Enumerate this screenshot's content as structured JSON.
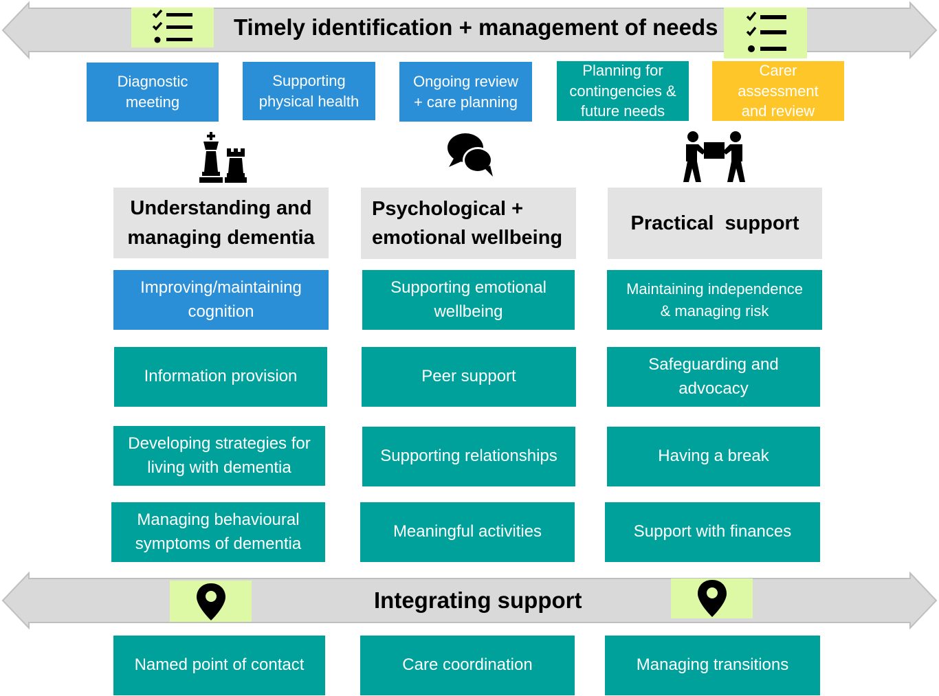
{
  "top_banner": {
    "title": "Timely identification + management of needs"
  },
  "top_boxes": [
    {
      "label": "Diagnostic meeting"
    },
    {
      "label": "Supporting physical health"
    },
    {
      "label": "Ongoing review + care planning"
    },
    {
      "label": "Planning for contingencies & future needs"
    },
    {
      "label": "Carer assessment and review"
    }
  ],
  "columns": [
    {
      "icon": "chess-pieces-icon",
      "header": "Understanding and managing dementia",
      "items": [
        "Improving/maintaining cognition",
        "Information provision",
        "Developing strategies for living with dementia",
        "Managing behavioural symptoms of dementia"
      ]
    },
    {
      "icon": "speech-bubbles-icon",
      "header": "Psychological + emotional wellbeing",
      "items": [
        "Supporting emotional wellbeing",
        "Peer support",
        "Supporting relationships",
        "Meaningful activities"
      ]
    },
    {
      "icon": "people-carrying-box-icon",
      "header": "Practical  support",
      "items": [
        "Maintaining independence & managing risk",
        "Safeguarding and advocacy",
        "Having a break",
        "Support with finances"
      ]
    }
  ],
  "bottom_banner": {
    "title": "Integrating support"
  },
  "bottom_boxes": [
    {
      "label": "Named point of contact"
    },
    {
      "label": "Care coordination"
    },
    {
      "label": "Managing transitions"
    }
  ],
  "colors": {
    "teal": "#00a19a",
    "blue": "#2a8fd6",
    "yellow": "#ffc629",
    "grey": "#e3e3e3",
    "icon_highlight": "#ddf9a6"
  }
}
